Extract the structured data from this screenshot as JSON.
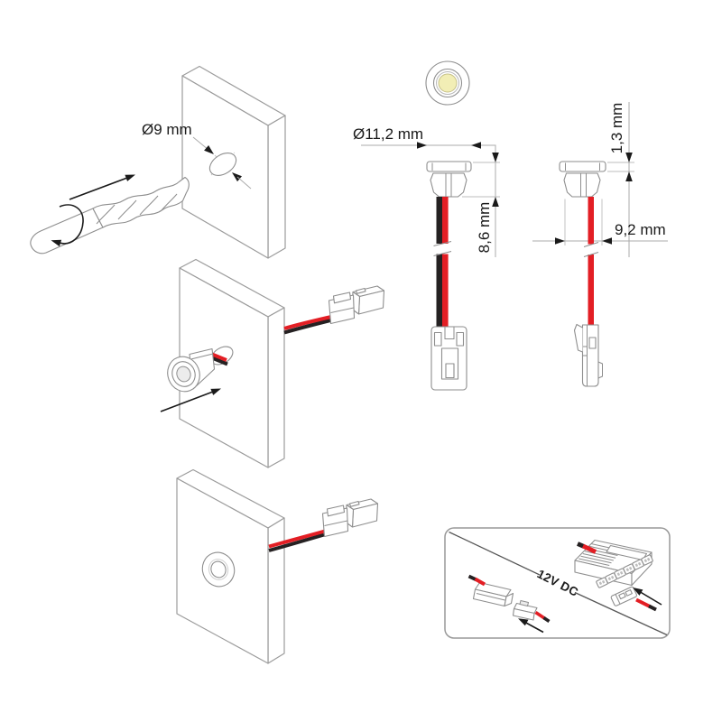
{
  "labels": {
    "drill_hole_diameter": "Ø9 mm",
    "flange_diameter": "Ø11,2 mm",
    "body_height": "8,6 mm",
    "flange_thickness": "1,3 mm",
    "body_diameter": "9,2 mm",
    "power_supply": "12V DC"
  },
  "colors": {
    "wire_red": "#e31e24",
    "wire_black": "#252122",
    "outline": "#9b9b9b",
    "detail_outline": "#8e8e8e",
    "dimension_line": "#ababab",
    "text": "#1a1a1a",
    "led_center": "#f2eeb5",
    "inset_border": "#999999"
  }
}
